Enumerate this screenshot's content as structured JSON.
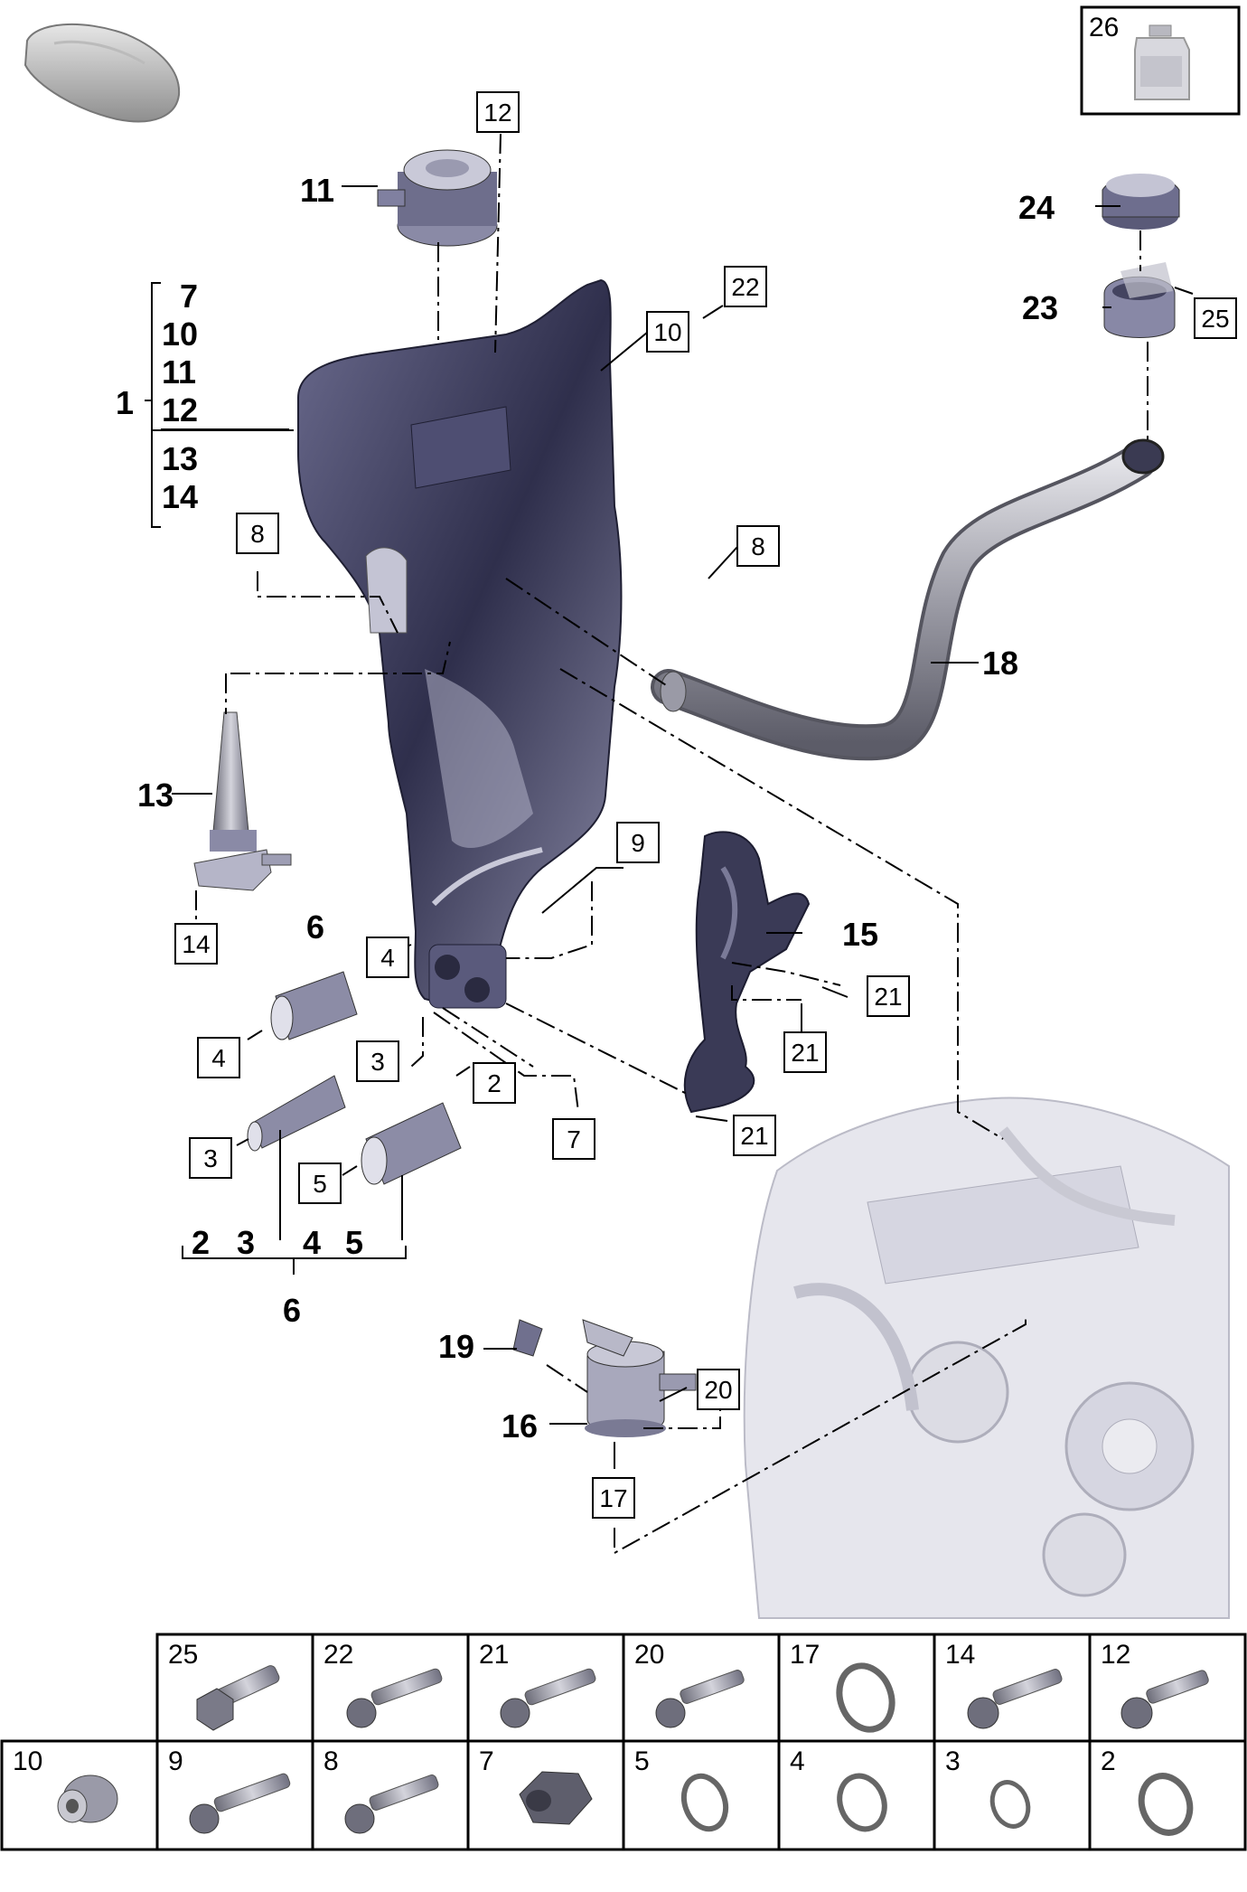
{
  "callouts_bold": [
    "1",
    "6",
    "6",
    "11",
    "13",
    "15",
    "16",
    "18",
    "19",
    "23",
    "24"
  ],
  "group1_items": [
    "7",
    "10",
    "11",
    "12",
    "13",
    "14"
  ],
  "group6_items": [
    "2",
    "3",
    "4",
    "5"
  ],
  "callouts_boxed": {
    "b12": "12",
    "b22": "22",
    "b10": "10",
    "b25": "25",
    "b8a": "8",
    "b8b": "8",
    "b9": "9",
    "b14": "14",
    "b4a": "4",
    "b4b": "4",
    "b3a": "3",
    "b3b": "3",
    "b2": "2",
    "b5": "5",
    "b7": "7",
    "b21a": "21",
    "b21b": "21",
    "b21c": "21",
    "b20": "20",
    "b17": "17"
  },
  "inset_top_right": "26",
  "parts_grid": {
    "row1": [
      "25",
      "22",
      "21",
      "20",
      "17",
      "14",
      "12"
    ],
    "row2": [
      "10",
      "9",
      "8",
      "7",
      "5",
      "4",
      "3",
      "2"
    ]
  },
  "colors": {
    "part_dark": "#3c3c5a",
    "part_mid": "#7a7a9a",
    "part_light": "#c9c9d6",
    "engine_ghost": "#dcdce4",
    "metal": "#a9a9b0"
  }
}
